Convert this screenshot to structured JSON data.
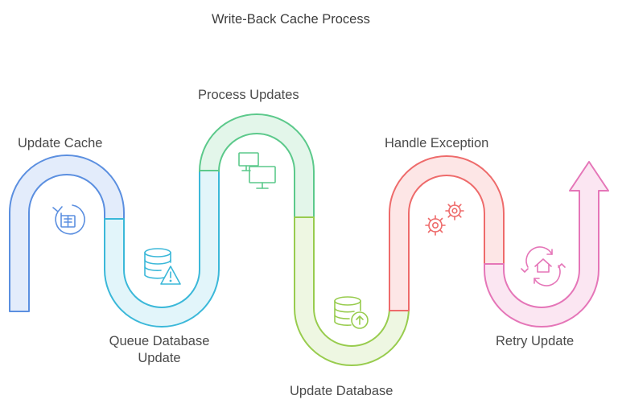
{
  "diagram": {
    "title": "Write-Back Cache Process",
    "steps": [
      {
        "label": "Update Cache",
        "icon": "cache-refresh-icon",
        "color": "#5b8fe0",
        "fill": "#e3ecfb"
      },
      {
        "label_line1": "Queue Database",
        "label_line2": "Update",
        "icon": "database-warning-icon",
        "color": "#3bb8d9",
        "fill": "#e2f5fa"
      },
      {
        "label": "Process Updates",
        "icon": "computers-icon",
        "color": "#5cc98b",
        "fill": "#e3f6ea"
      },
      {
        "label": "Update Database",
        "icon": "database-upload-icon",
        "color": "#98cc4e",
        "fill": "#eef7e2"
      },
      {
        "label": "Handle Exception",
        "icon": "gears-icon",
        "color": "#ee6b6b",
        "fill": "#fde6e6"
      },
      {
        "label": "Retry Update",
        "icon": "retry-home-icon",
        "color": "#e576b8",
        "fill": "#fbe6f2"
      }
    ]
  }
}
